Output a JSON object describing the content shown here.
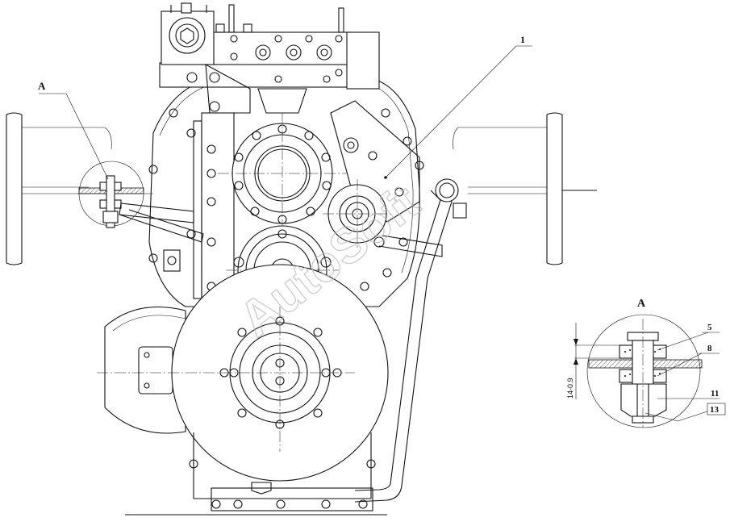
{
  "labels": {
    "callout_1": "1",
    "view_a_marker": "A",
    "view_a_title": "A",
    "callout_5": "5",
    "callout_8": "8",
    "callout_11": "11",
    "callout_13": "13",
    "dimension_text": "14-0.9"
  },
  "watermark": {
    "text": "AutoSoft"
  }
}
